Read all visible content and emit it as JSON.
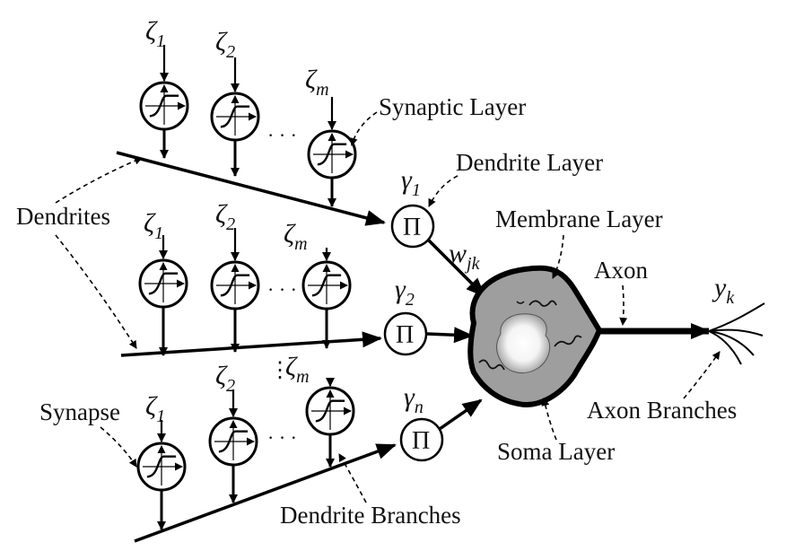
{
  "labels": {
    "synaptic_layer": "Synaptic Layer",
    "dendrite_layer": "Dendrite Layer",
    "membrane_layer": "Membrane Layer",
    "dendrites": "Dendrites",
    "axon": "Axon",
    "synapse": "Synapse",
    "soma_layer": "Soma Layer",
    "axon_branches": "Axon Branches",
    "dendrite_branches": "Dendrite Branches"
  },
  "symbols": {
    "zeta": "ζ",
    "zeta_sub_1": "1",
    "zeta_sub_2": "2",
    "zeta_sub_m": "m",
    "gamma": "γ",
    "gamma_sub_1": "1",
    "gamma_sub_2": "2",
    "gamma_sub_n": "n",
    "pi": "Π",
    "weight": "w",
    "weight_sub": "jk",
    "output": "y",
    "output_sub": "k",
    "ellipsis": "· · ·",
    "vdots": "⋮"
  }
}
